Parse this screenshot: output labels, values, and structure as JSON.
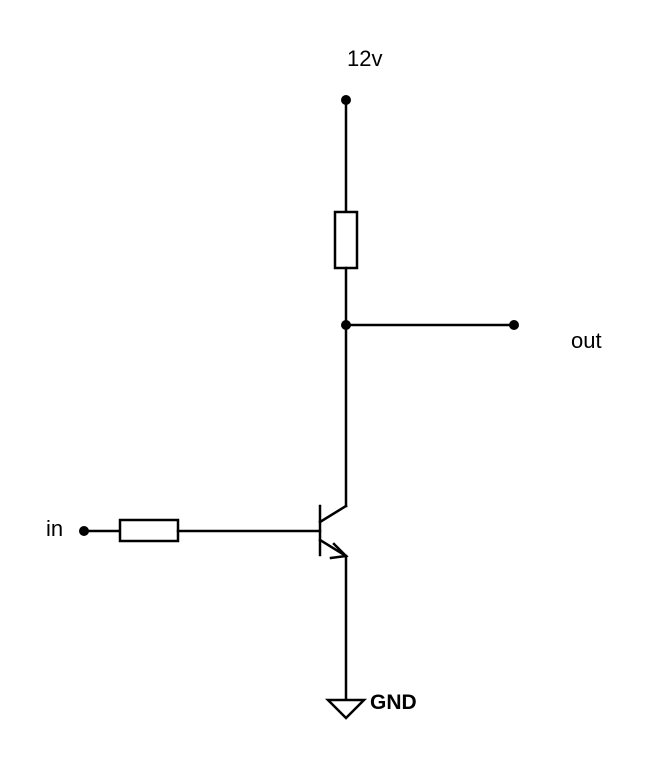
{
  "labels": {
    "supply": "12v",
    "output": "out",
    "input": "in",
    "ground": "GND"
  },
  "colors": {
    "ink": "#000000",
    "background": "#ffffff"
  }
}
